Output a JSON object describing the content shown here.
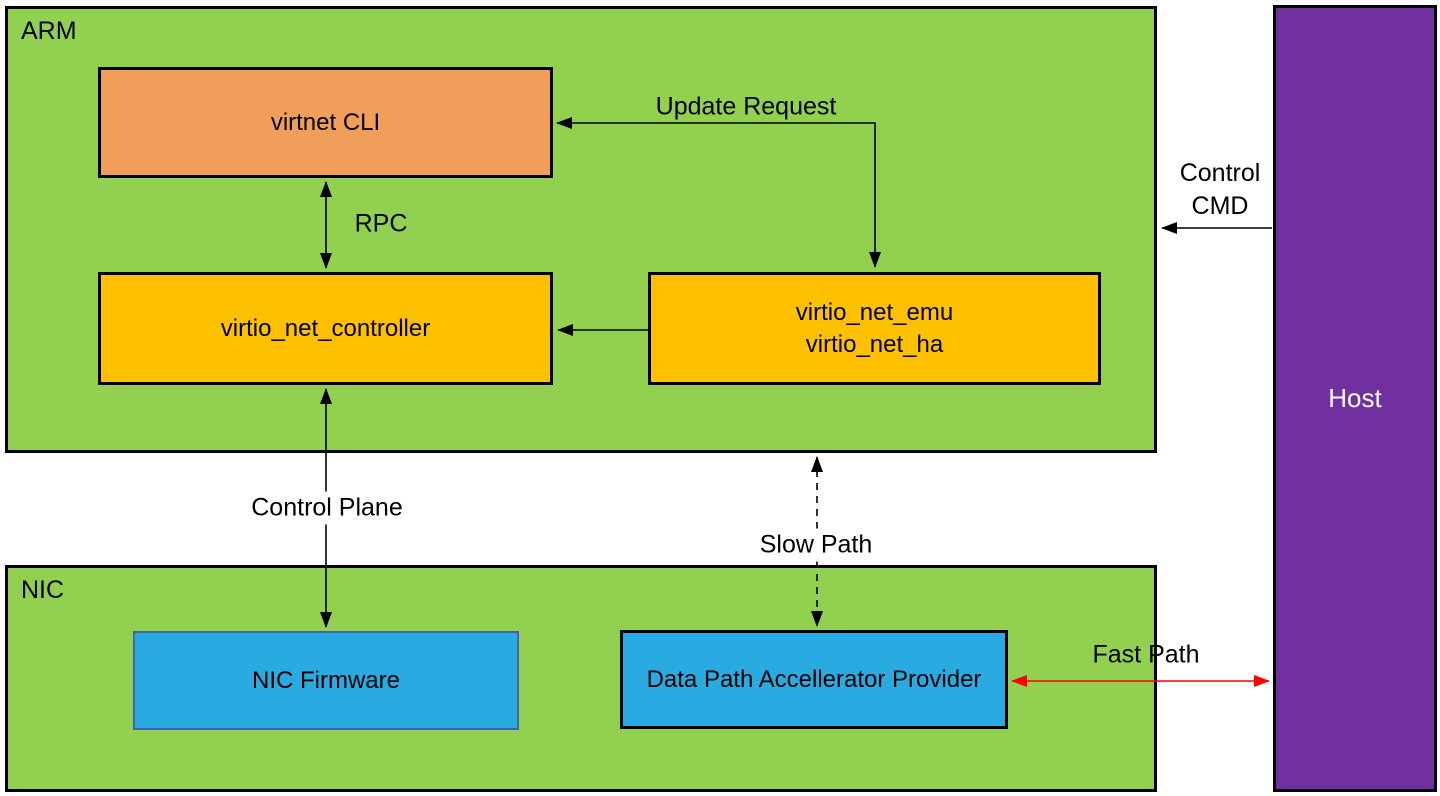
{
  "diagram": {
    "containers": {
      "arm": {
        "label": "ARM"
      },
      "nic": {
        "label": "NIC"
      },
      "host": {
        "label": "Host"
      }
    },
    "nodes": {
      "virtnet_cli": {
        "label": "virtnet CLI"
      },
      "virtio_net_controller": {
        "label": "virtio_net_controller"
      },
      "virtio_net_emu": {
        "line1": "virtio_net_emu",
        "line2": "virtio_net_ha"
      },
      "nic_firmware": {
        "label": "NIC Firmware"
      },
      "data_path_provider": {
        "label": "Data Path Accellerator Provider"
      }
    },
    "edges": {
      "rpc": {
        "label": "RPC"
      },
      "update_request": {
        "label": "Update Request"
      },
      "control_cmd": {
        "line1": "Control",
        "line2": "CMD"
      },
      "control_plane": {
        "label": "Control Plane"
      },
      "slow_path": {
        "label": "Slow Path"
      },
      "fast_path": {
        "label": "Fast Path"
      }
    },
    "colors": {
      "container_green": "#92D050",
      "node_orange": "#F19E5B",
      "node_yellow": "#FFC000",
      "node_blue": "#29ABE2",
      "host_purple": "#7030A0",
      "firmware_border_blue": "#4A5FA5",
      "border_black": "#000000",
      "arrow_black": "#000000",
      "arrow_red": "#FF0000"
    }
  }
}
